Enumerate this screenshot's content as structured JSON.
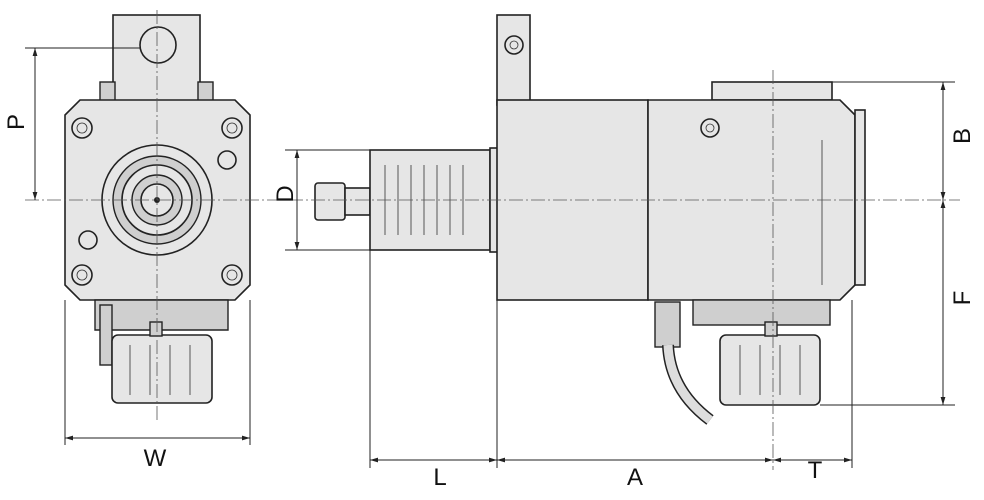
{
  "dimensions": {
    "P": "P",
    "D": "D",
    "B": "B",
    "F": "F",
    "W": "W",
    "L": "L",
    "A": "A",
    "T": "T"
  },
  "colors": {
    "body": "#e6e6e6",
    "outline": "#222222"
  }
}
